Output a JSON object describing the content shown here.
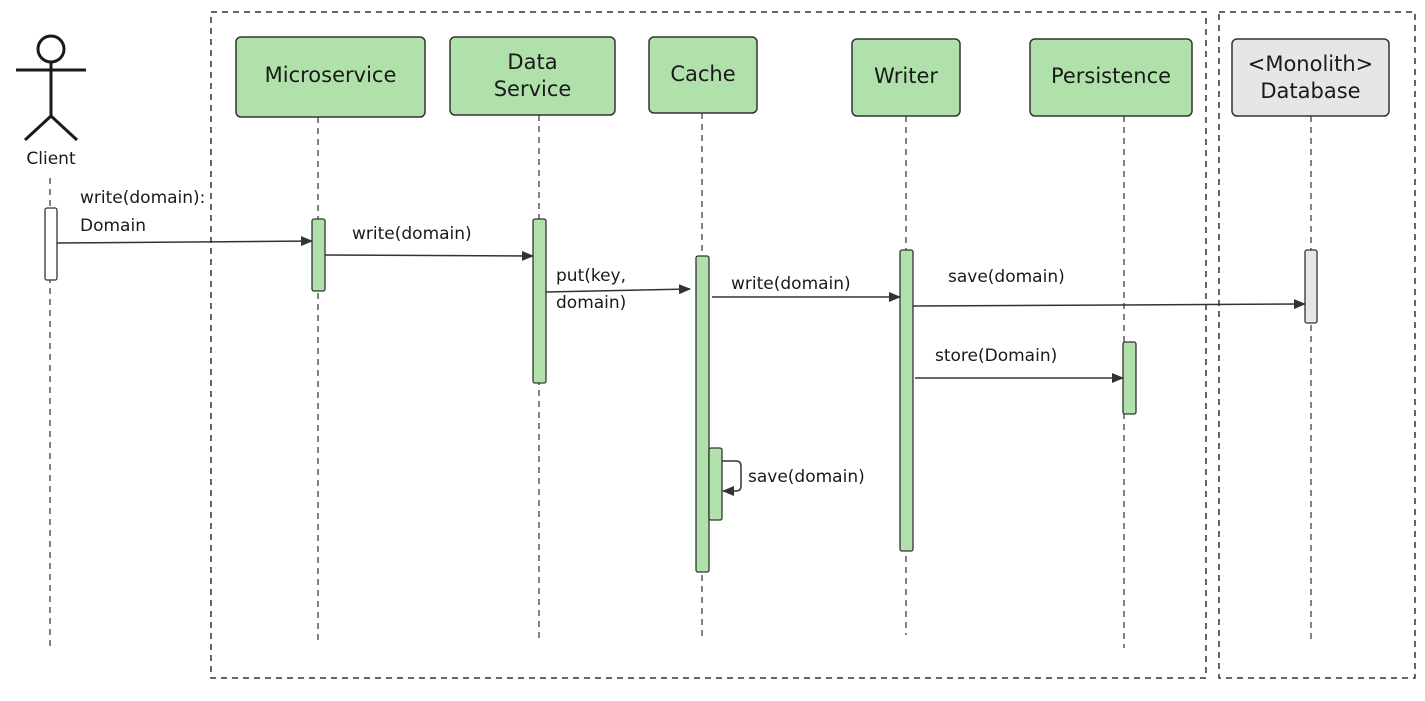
{
  "colors": {
    "participant_fill": "#b0e1aa",
    "external_fill": "#e6e6e6",
    "stroke": "#333333",
    "activation_plain": "#ffffff"
  },
  "actor": {
    "label": "Client"
  },
  "participants": {
    "microservice": {
      "label": "Microservice"
    },
    "data_service": {
      "line1": "Data",
      "line2": "Service"
    },
    "cache": {
      "label": "Cache"
    },
    "writer": {
      "label": "Writer"
    },
    "persistence": {
      "label": "Persistence"
    },
    "database": {
      "line1": "<Monolith>",
      "line2": "Database"
    }
  },
  "messages": {
    "client_write": {
      "line1": "write(domain):",
      "line2": "Domain"
    },
    "ms_write": {
      "label": "write(domain)"
    },
    "ds_put": {
      "line1": "put(key,",
      "line2": "domain)"
    },
    "cache_write": {
      "label": "write(domain)"
    },
    "writer_save": {
      "label": "save(domain)"
    },
    "writer_store": {
      "label": "store(Domain)"
    },
    "cache_self_save": {
      "label": "save(domain)"
    }
  }
}
